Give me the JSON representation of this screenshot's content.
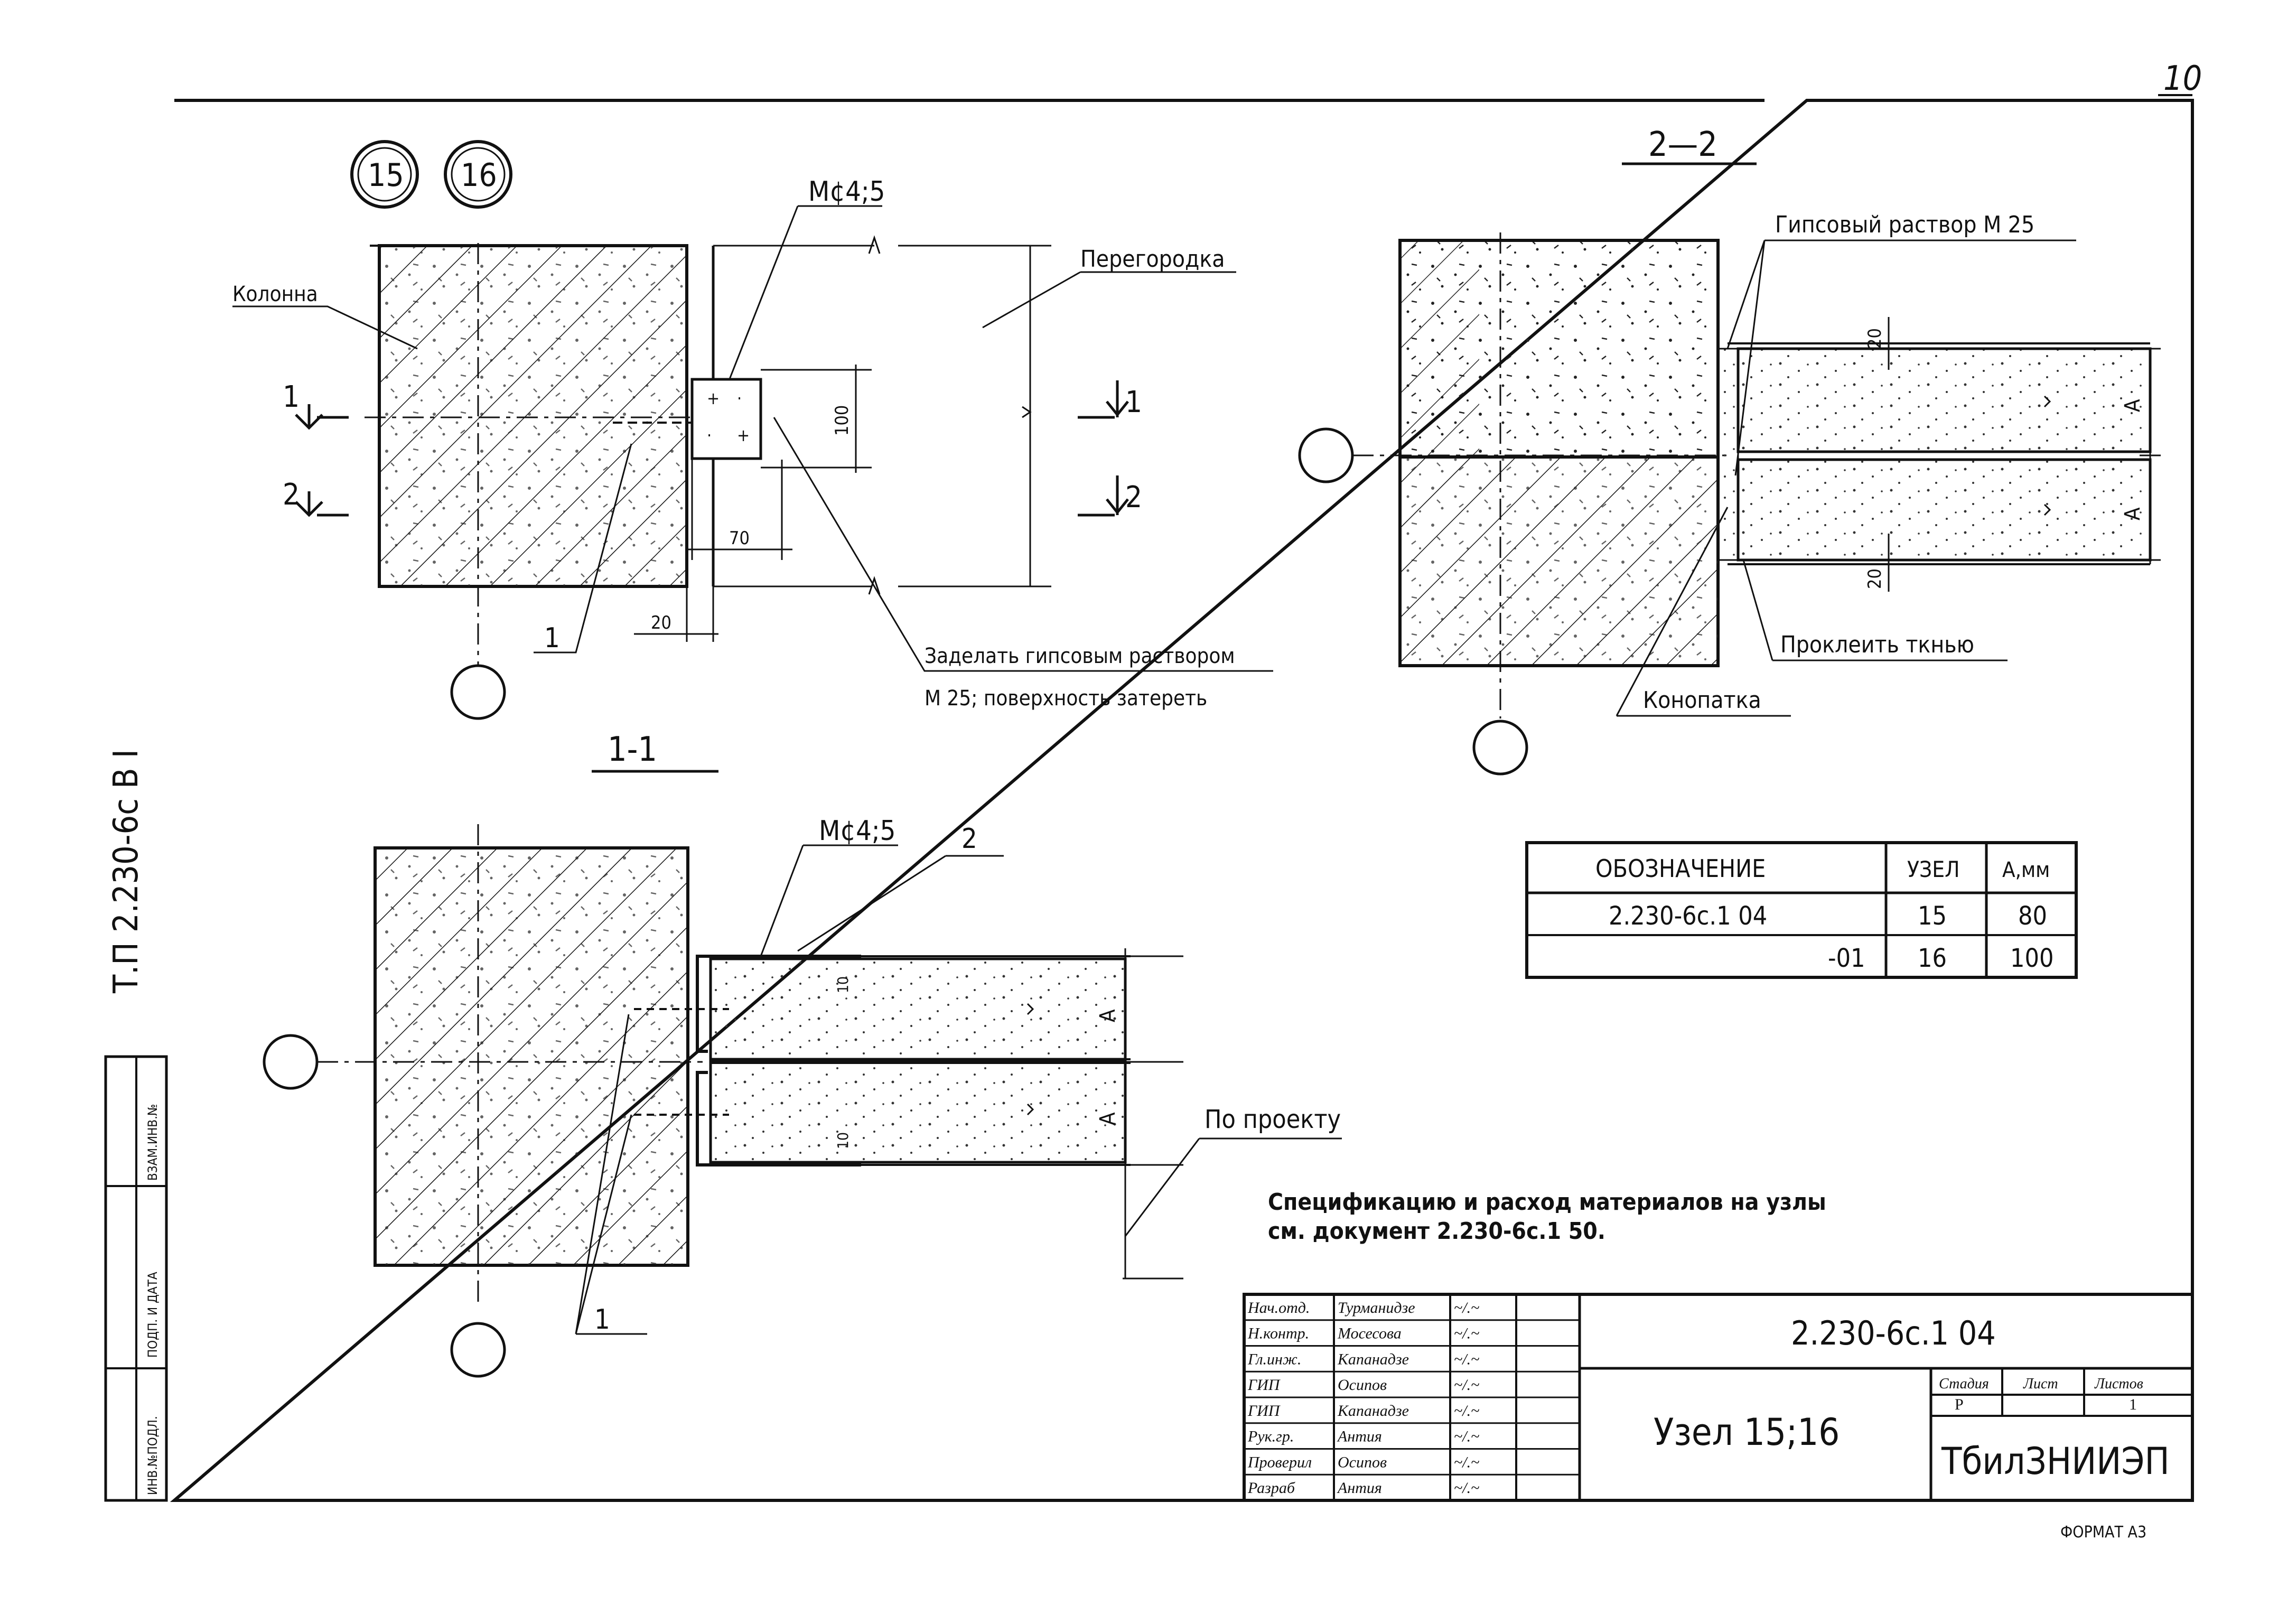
{
  "sheet": {
    "page_number": "10",
    "format": "ФОРМАТ А3",
    "side_code": "Т.П    2.230-6с      В I",
    "side_labels": [
      "ВЗАМ.ИНВ.№",
      "ПОДП. И ДАТА",
      "ИНВ.№ПОДЛ."
    ]
  },
  "plan": {
    "node_markers": [
      "15",
      "16"
    ],
    "labels": {
      "column": "Колонна",
      "partition": "Перегородка",
      "anchor": "М¢4;5",
      "fill_note_line1": "Заделать гипсовым раствором",
      "fill_note_line2": "М 25; поверхность затереть",
      "dim_100": "100",
      "dim_70": "70",
      "dim_20": "20",
      "cut1_left": "1",
      "cut2_left": "2",
      "cut1_right": "1",
      "cut2_right": "2",
      "leader_1": "1"
    }
  },
  "section_1_1": {
    "title": "1-1",
    "labels": {
      "anchor": "М¢4;5",
      "leader_2": "2",
      "leader_1": "1",
      "by_project": "По проекту",
      "dim_a1": "А",
      "dim_a2": "А",
      "n10a": "10",
      "n10b": "10"
    }
  },
  "section_2_2": {
    "title": "2—2",
    "labels": {
      "gypsum": "Гипсовый раствор М 25",
      "fabric": "Проклеить ткнью",
      "caulking": "Конопатка",
      "dim_a1": "А",
      "dim_a2": "А",
      "dim_20a": "20",
      "dim_20b": "20"
    }
  },
  "spec_table": {
    "headers": [
      "ОБОЗНАЧЕНИЕ",
      "УЗЕЛ",
      "А,мм"
    ],
    "rows": [
      [
        "2.230-6с.1  04",
        "15",
        "80"
      ],
      [
        "-01",
        "16",
        "100"
      ]
    ]
  },
  "note": {
    "line1": "Спецификацию и расход материалов на узлы",
    "line2": "см. документ 2.230-6с.1 50."
  },
  "title_block": {
    "roles": [
      {
        "role": "Нач.отд.",
        "name": "Турманидзе",
        "sign": "~/.~"
      },
      {
        "role": "Н.контр.",
        "name": "Мосесова",
        "sign": "~/.~"
      },
      {
        "role": "Гл.инж.",
        "name": "Капанадзе",
        "sign": "~/.~"
      },
      {
        "role": "ГИП",
        "name": "Осипов",
        "sign": "~/.~"
      },
      {
        "role": "ГИП",
        "name": "Капанадзе",
        "sign": "~/.~"
      },
      {
        "role": "Рук.гр.",
        "name": "Антия",
        "sign": "~/.~"
      },
      {
        "role": "Проверил",
        "name": "Осипов",
        "sign": "~/.~"
      },
      {
        "role": "Разраб",
        "name": "Антия",
        "sign": "~/.~"
      }
    ],
    "doc_code": "2.230-6с.1  04",
    "sheet_title": "Узел 15;16",
    "stage_header": "Стадия",
    "sheet_header": "Лист",
    "sheets_header": "Листов",
    "stage": "Р",
    "sheet": "",
    "sheets": "1",
    "org": "ТбилЗНИИЭП"
  }
}
